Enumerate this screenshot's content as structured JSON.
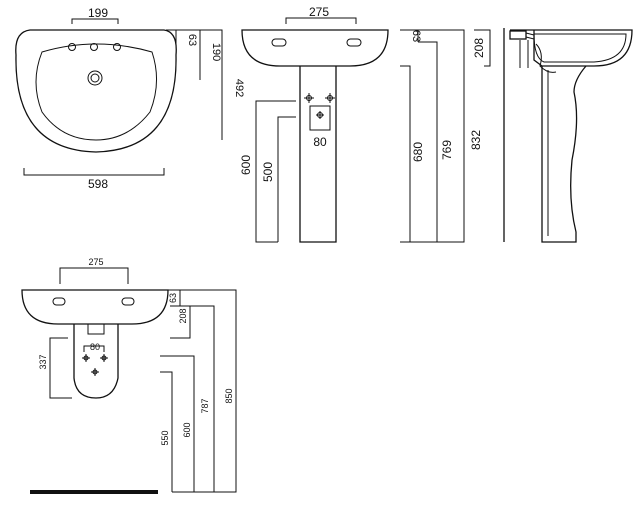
{
  "top_view": {
    "width_top": "199",
    "width_bottom": "598",
    "dim_63": "63",
    "dim_190": "190",
    "dim_492": "492"
  },
  "front_view": {
    "width_top": "275",
    "dim_80": "80",
    "dim_600": "600",
    "dim_500": "500",
    "dim_63": "63",
    "dim_680": "680",
    "dim_769": "769",
    "dim_832": "832"
  },
  "side_view": {
    "dim_208": "208"
  },
  "wall_view": {
    "width_top": "275",
    "dim_80": "80",
    "dim_337": "337",
    "dim_63": "63",
    "dim_208": "208",
    "dim_550": "550",
    "dim_600": "600",
    "dim_787": "787",
    "dim_850": "850"
  }
}
